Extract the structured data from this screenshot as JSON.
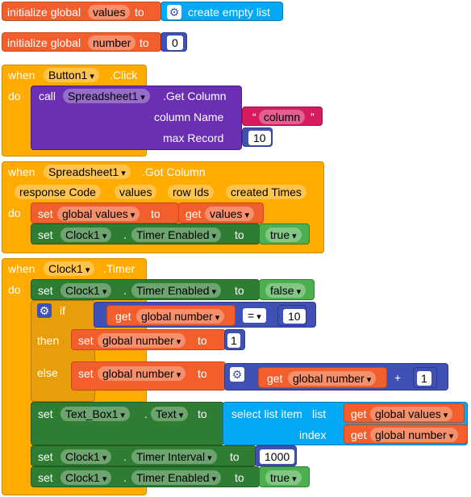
{
  "init1": {
    "keyword": "initialize global",
    "name": "values",
    "to": "to",
    "list_label": "create empty list"
  },
  "init2": {
    "keyword": "initialize global",
    "name": "number",
    "to": "to",
    "value": "0"
  },
  "button_event": {
    "when": "when",
    "component": "Button1",
    "event": ".Click",
    "do": "do",
    "call": "call",
    "target": "Spreadsheet1",
    "method": ".Get Column",
    "param1_label": "column Name",
    "quote_open": "“",
    "param1_value": "column",
    "quote_close": "”",
    "param2_label": "max Record",
    "param2_value": "10"
  },
  "got_column_event": {
    "when": "when",
    "component": "Spreadsheet1",
    "event": ".Got Column",
    "params": [
      "response Code",
      "values",
      "row Ids",
      "created Times"
    ],
    "do": "do",
    "set1": {
      "set": "set",
      "var": "global values",
      "to": "to",
      "get": "get",
      "value": "values"
    },
    "set2": {
      "set": "set",
      "component": "Clock1",
      "dot": ".",
      "prop": "Timer Enabled",
      "to": "to",
      "value": "true"
    }
  },
  "timer_event": {
    "when": "when",
    "component": "Clock1",
    "event": ".Timer",
    "do": "do",
    "set1": {
      "set": "set",
      "component": "Clock1",
      "dot": ".",
      "prop": "Timer Enabled",
      "to": "to",
      "value": "false"
    },
    "if_block": {
      "if": "if",
      "get": "get",
      "var": "global number",
      "op": "=",
      "compare_value": "10",
      "then": "then",
      "then_set": {
        "set": "set",
        "var": "global number",
        "to": "to",
        "value": "1"
      },
      "else": "else",
      "else_set": {
        "set": "set",
        "var": "global number",
        "to": "to",
        "get": "get",
        "add_var": "global number",
        "plus": "+",
        "add_value": "1"
      }
    },
    "set_text": {
      "set": "set",
      "component": "Text_Box1",
      "dot": ".",
      "prop": "Text",
      "to": "to",
      "select_label": "select list item",
      "list_label": "list",
      "index_label": "index",
      "get1": "get",
      "list_var": "global values",
      "get2": "get",
      "index_var": "global number"
    },
    "set_interval": {
      "set": "set",
      "component": "Clock1",
      "dot": ".",
      "prop": "Timer Interval",
      "to": "to",
      "value": "1000"
    },
    "set_enabled": {
      "set": "set",
      "component": "Clock1",
      "dot": ".",
      "prop": "Timer Enabled",
      "to": "to",
      "value": "true"
    }
  },
  "icons": {
    "gear": "gear-icon"
  },
  "colors": {
    "variables": "#f35f2c",
    "math": "#3f51b5",
    "text": "#d81b60",
    "logic": "#4caf50",
    "control": "#ffab00",
    "component_setter": "#2e7d32",
    "list": "#03a9f4",
    "procedure": "#6a2fb3"
  }
}
